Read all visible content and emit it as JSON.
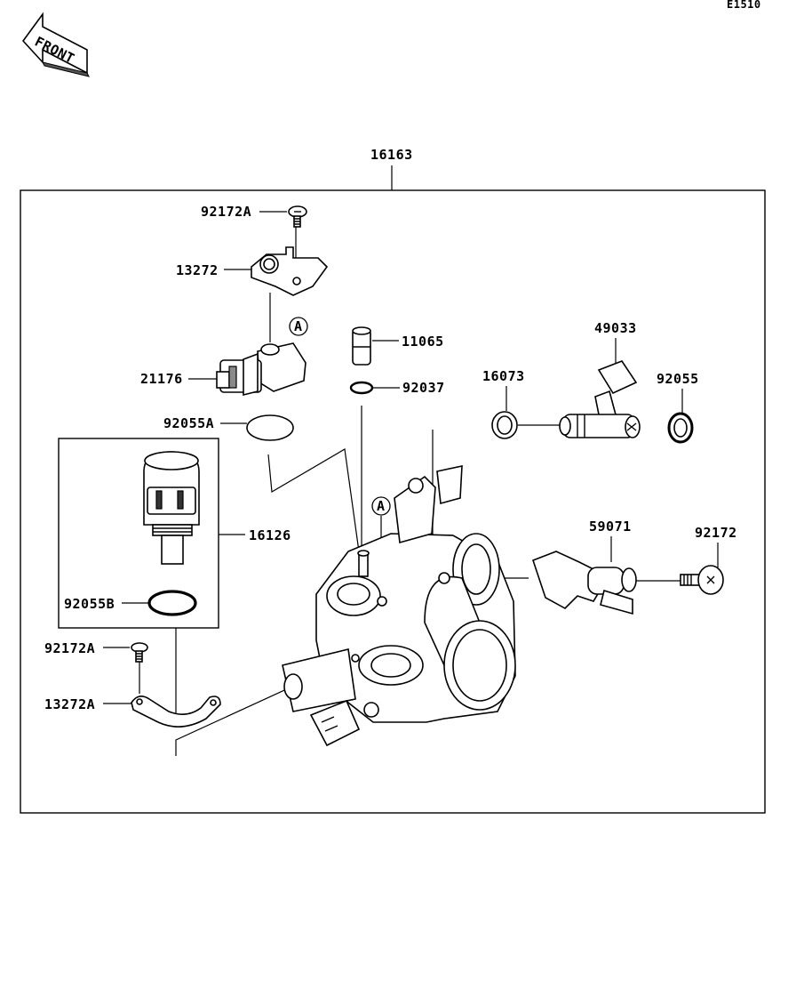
{
  "diagram_code": "E1510",
  "front_badge": "FRONT",
  "ref_marker": "A",
  "parts": {
    "assembly": "16163",
    "screw_a_top": "92172A",
    "bracket_top": "13272",
    "sensor": "21176",
    "cap": "11065",
    "oring_small": "92037",
    "oring_a": "92055A",
    "sensor_assy": "16126",
    "oring_b": "92055B",
    "screw_a_bottom": "92172A",
    "bracket_bottom": "13272A",
    "seal_16073": "16073",
    "injector": "49033",
    "seal_92055": "92055",
    "lever": "59071",
    "screw_92172": "92172"
  }
}
